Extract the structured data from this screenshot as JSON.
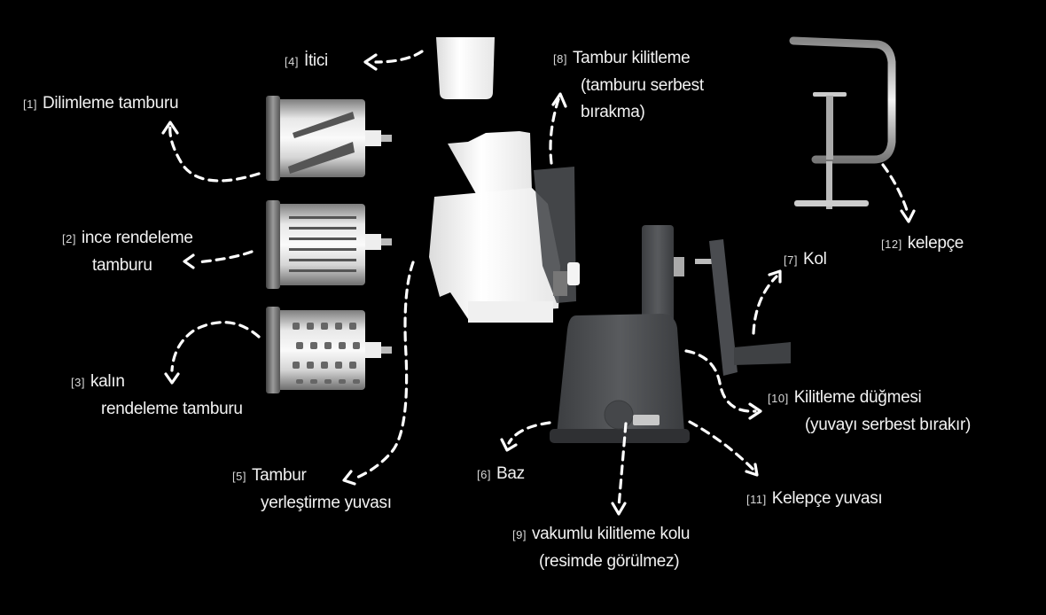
{
  "diagram": {
    "title": "Rende parçaları",
    "parts": [
      {
        "id": "1",
        "number": "[1]",
        "lines": [
          "Dilimleme tamburu"
        ]
      },
      {
        "id": "2",
        "number": "[2]",
        "lines": [
          "ince rendeleme",
          "tamburu"
        ]
      },
      {
        "id": "3",
        "number": "[3]",
        "lines": [
          "kalın",
          "rendeleme tamburu"
        ]
      },
      {
        "id": "4",
        "number": "[4]",
        "lines": [
          "İtici"
        ]
      },
      {
        "id": "5",
        "number": "[5]",
        "lines": [
          "Tambur",
          "yerleştirme yuvası"
        ]
      },
      {
        "id": "6",
        "number": "[6]",
        "lines": [
          "Baz"
        ]
      },
      {
        "id": "7",
        "number": "[7]",
        "lines": [
          "Kol"
        ]
      },
      {
        "id": "8",
        "number": "[8]",
        "lines": [
          "Tambur kilitleme",
          "(tamburu serbest",
          "bırakma)"
        ]
      },
      {
        "id": "9",
        "number": "[9]",
        "lines": [
          "vakumlu kilitleme kolu",
          "(resimde görülmez)"
        ]
      },
      {
        "id": "10",
        "number": "[10]",
        "lines": [
          "Kilitleme düğmesi",
          "(yuvayı serbest bırakır)"
        ]
      },
      {
        "id": "11",
        "number": "[11]",
        "lines": [
          "Kelepçe yuvası"
        ]
      },
      {
        "id": "12",
        "number": "[12]",
        "lines": [
          "kelepçe"
        ]
      }
    ],
    "colors": {
      "background": "#000000",
      "text": "#f2f2f2",
      "arrow": "#ffffff",
      "body_grey": "#4d4f52",
      "plastic_white": "#f4f4f4",
      "steel": "#c9c9c9"
    }
  }
}
